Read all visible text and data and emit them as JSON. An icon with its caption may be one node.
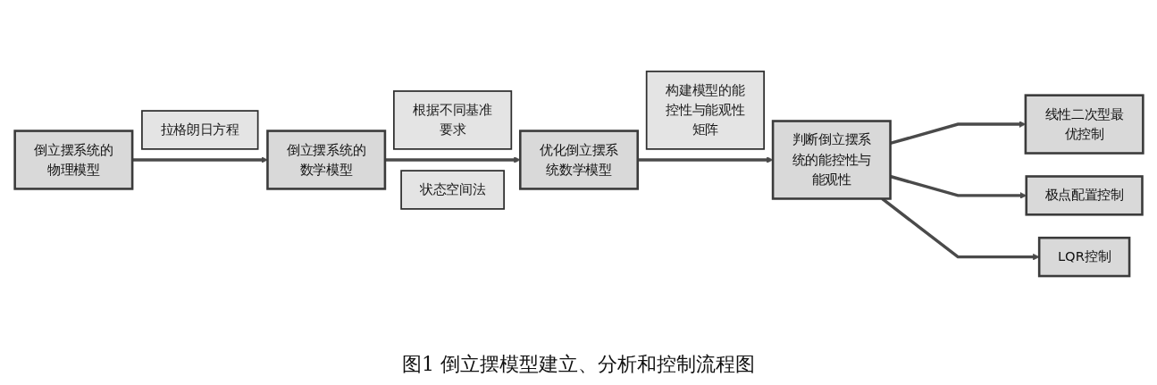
{
  "diagram": {
    "caption": "图1 倒立摆模型建立、分析和控制流程图",
    "nodes": [
      {
        "text": [
          "倒立摆系统的物理模型"
        ]
      },
      {
        "text": [
          "拉格朗日方程"
        ]
      },
      {
        "text": [
          "倒立摆系统的数学模型"
        ]
      },
      {
        "text": [
          "根据不同基准要求"
        ]
      },
      {
        "text": [
          "状态空间法"
        ]
      },
      {
        "text": [
          "优化倒立摆系统数学模型"
        ]
      },
      {
        "text": [
          "构建模型的能控性与能观性矩阵"
        ]
      },
      {
        "text": [
          "判断倒立摆系统的能控性与能观性"
        ]
      },
      {
        "text": [
          "线性二次型最优控制"
        ]
      },
      {
        "text": [
          "极点配置控制"
        ]
      },
      {
        "text": [
          "LQR控制"
        ]
      }
    ],
    "edges": [
      {
        "from": 0,
        "to": 2,
        "arrow": "to"
      },
      {
        "from": 2,
        "to": 5,
        "arrow": "to"
      },
      {
        "from": 5,
        "to": 7,
        "arrow": "to"
      },
      {
        "from": 7,
        "to": 8,
        "arrow": "to"
      },
      {
        "from": 7,
        "to": 9,
        "arrow": "to"
      },
      {
        "from": 7,
        "to": 10,
        "arrow": "to"
      }
    ]
  }
}
